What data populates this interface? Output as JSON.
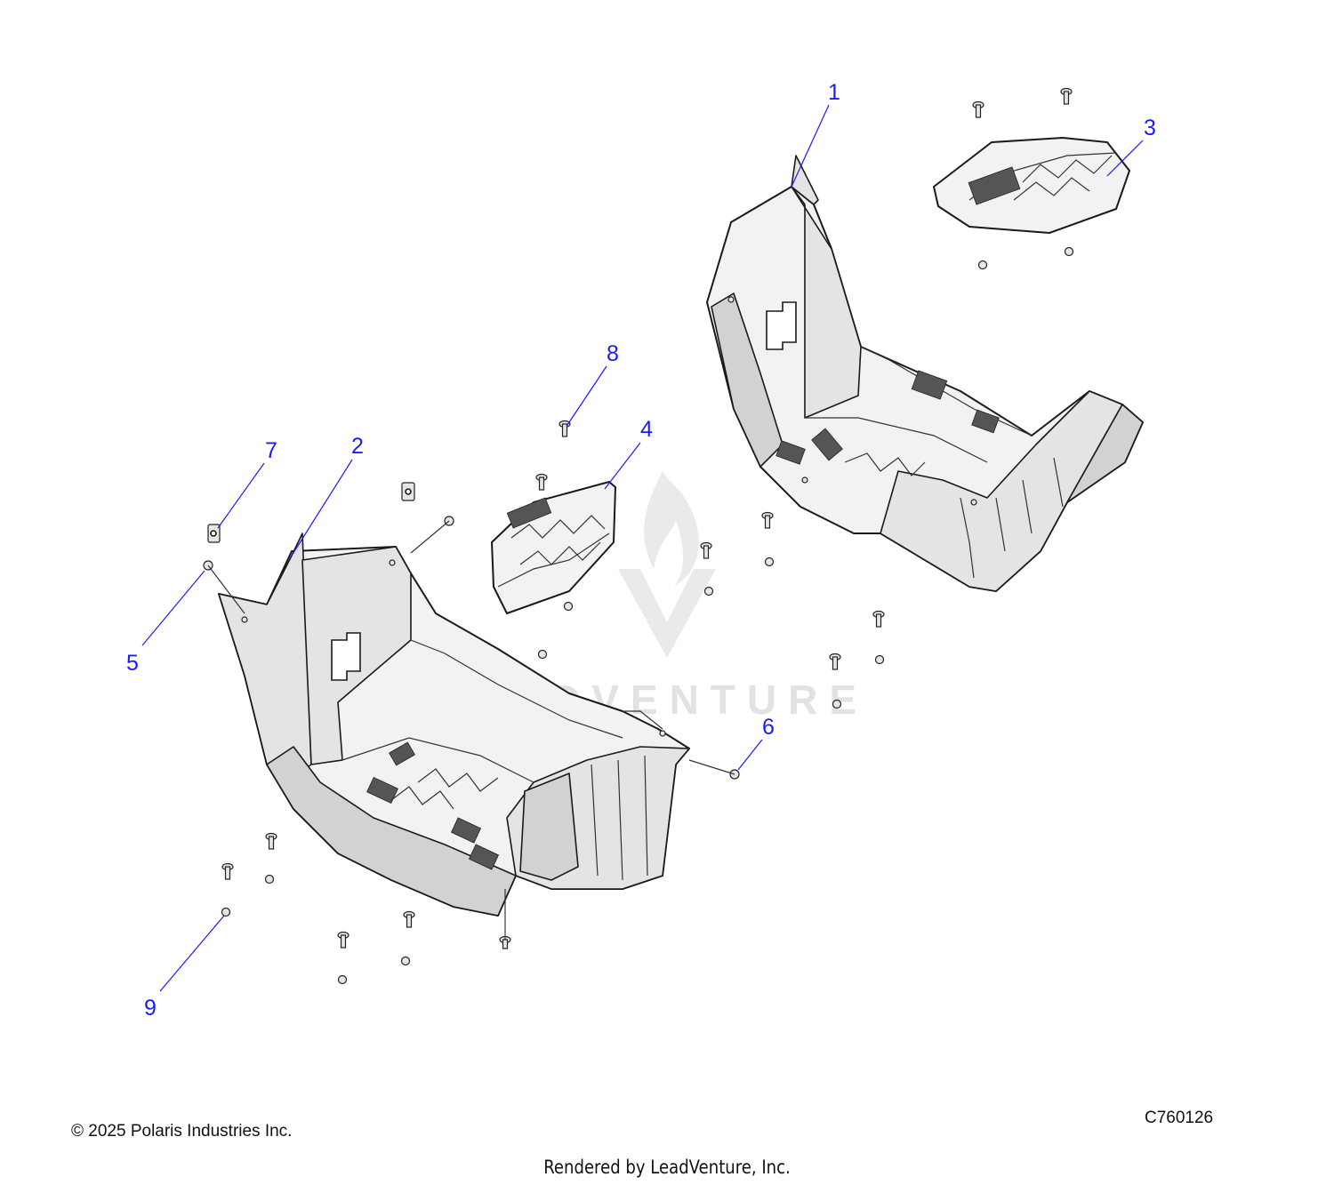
{
  "callouts": {
    "c1": "1",
    "c2": "2",
    "c3": "3",
    "c4": "4",
    "c5": "5",
    "c6": "6",
    "c7": "7",
    "c8": "8",
    "c9": "9"
  },
  "watermark": "LEADVENTURE",
  "footer": {
    "copyright": "© 2025 Polaris Industries Inc.",
    "diagram_code": "C760126",
    "rendered_by": "Rendered by LeadVenture, Inc."
  },
  "colors": {
    "callout": "#1a1aff",
    "line_art": "#1a1a1a",
    "watermark": "#d9d9d9"
  }
}
